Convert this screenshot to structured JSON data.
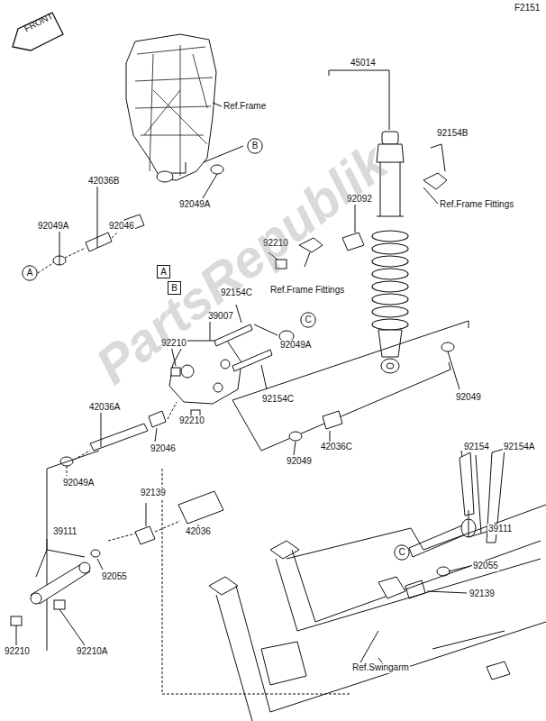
{
  "diagram": {
    "nodes": [
      {
        "text": [
          "B"
        ]
      },
      {
        "text": [
          "A"
        ]
      },
      {
        "text": [
          "A"
        ]
      },
      {
        "text": [
          "B"
        ]
      },
      {
        "text": [
          "C"
        ]
      },
      {
        "text": [
          "C"
        ]
      }
    ],
    "labels": [
      "F2151",
      "FRONT",
      "Ref.Frame",
      "42036B",
      "92049A",
      "92046",
      "92049A",
      "45014",
      "92154B",
      "92092",
      "Ref.Frame Fittings",
      "92210",
      "Ref.Frame Fittings",
      "92154C",
      "39007",
      "92210",
      "92049A",
      "92154C",
      "92049",
      "42036A",
      "92046",
      "92210",
      "92049",
      "42036C",
      "92049A",
      "92139",
      "42036",
      "39111",
      "92055",
      "92154",
      "92154A",
      "39111",
      "92055",
      "92139",
      "92210",
      "92210A",
      "Ref.Swingarm",
      "PartsRepublik"
    ]
  }
}
